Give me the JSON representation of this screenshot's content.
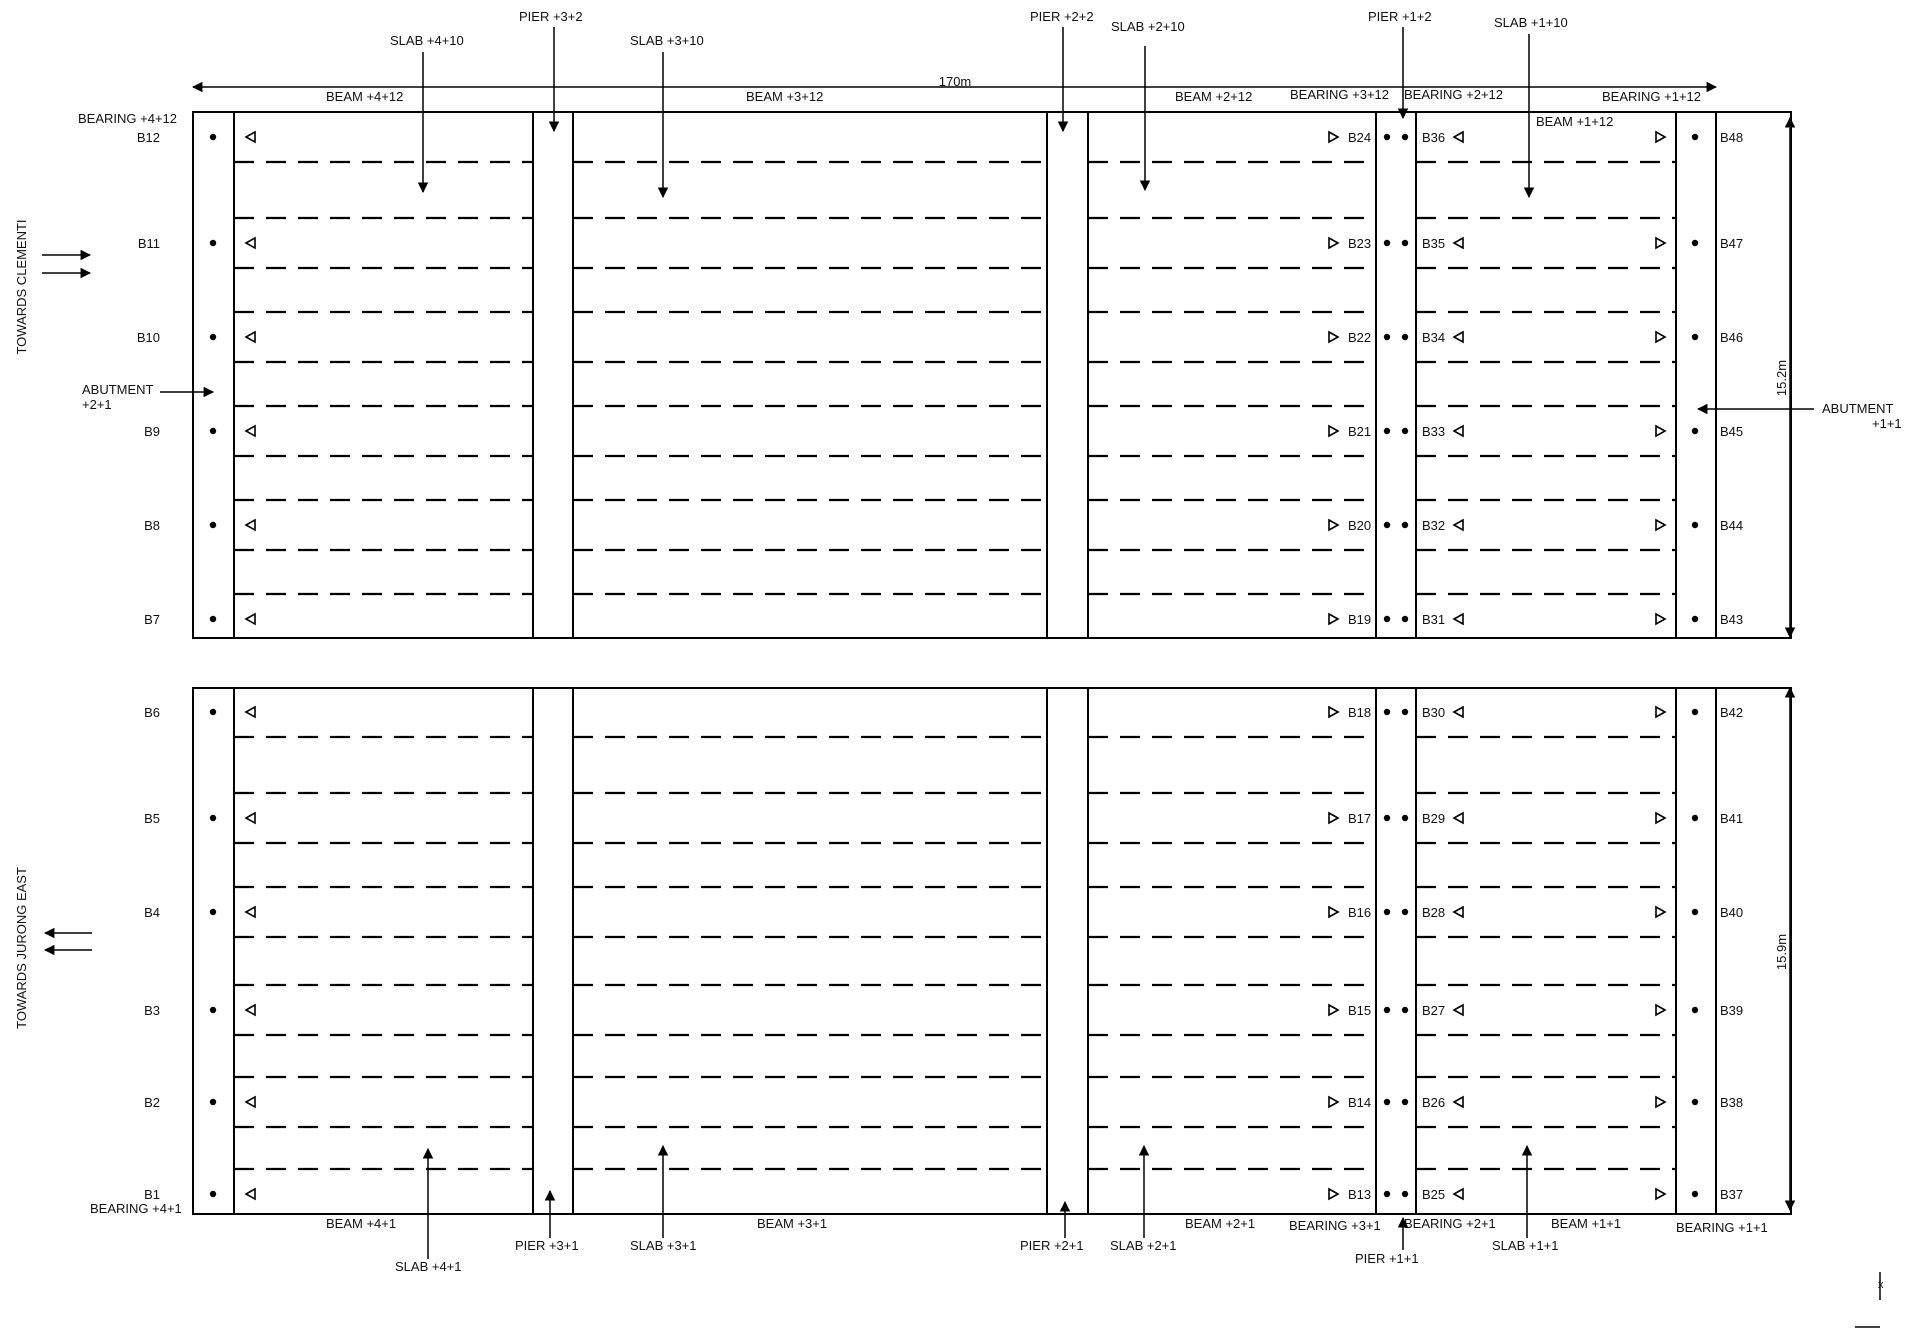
{
  "dimensions": {
    "length": "170m",
    "width_top": "15.2m",
    "width_bottom": "15.9m"
  },
  "directions": {
    "top": "TOWARDS CLEMENTI",
    "bottom": "TOWARDS JURONG EAST"
  },
  "abutments": {
    "left": "ABUTMENT\n+2+1",
    "right": "ABUTMENT\n+1+1"
  },
  "top_labels": {
    "slab_4_10": "SLAB +4+10",
    "pier_3_2": "PIER +3+2",
    "slab_3_10": "SLAB +3+10",
    "pier_2_2": "PIER +2+2",
    "slab_2_10": "SLAB +2+10",
    "pier_1_2": "PIER +1+2",
    "slab_1_10": "SLAB +1+10",
    "beam_4_12": "BEAM +4+12",
    "beam_3_12": "BEAM +3+12",
    "beam_2_12": "BEAM +2+12",
    "bearing_3_12": "BEARING +3+12",
    "bearing_2_12": "BEARING +2+12",
    "bearing_1_12": "BEARING +1+12",
    "beam_1_12": "BEAM +1+12",
    "bearing_4_12": "BEARING +4+12"
  },
  "bottom_labels": {
    "bearing_4_1": "BEARING +4+1",
    "beam_4_1": "BEAM +4+1",
    "slab_4_1": "SLAB +4+1",
    "pier_3_1": "PIER +3+1",
    "slab_3_1": "SLAB +3+1",
    "beam_3_1": "BEAM +3+1",
    "pier_2_1": "PIER +2+1",
    "slab_2_1": "SLAB +2+1",
    "beam_2_1": "BEAM +2+1",
    "bearing_3_1": "BEARING +3+1",
    "bearing_2_1": "BEARING +2+1",
    "beam_1_1": "BEAM +1+1",
    "pier_1_1": "PIER +1+1",
    "slab_1_1": "SLAB +1+1",
    "bearing_1_1": "BEARING +1+1"
  },
  "bearing_rows": [
    [
      "B12",
      "B24",
      "B36",
      "B48"
    ],
    [
      "B11",
      "B23",
      "B35",
      "B47"
    ],
    [
      "B10",
      "B22",
      "B34",
      "B46"
    ],
    [
      "B9",
      "B21",
      "B33",
      "B45"
    ],
    [
      "B8",
      "B20",
      "B32",
      "B44"
    ],
    [
      "B7",
      "B19",
      "B31",
      "B43"
    ],
    [
      "B6",
      "B18",
      "B30",
      "B42"
    ],
    [
      "B5",
      "B17",
      "B29",
      "B41"
    ],
    [
      "B4",
      "B16",
      "B28",
      "B40"
    ],
    [
      "B3",
      "B15",
      "B27",
      "B39"
    ],
    [
      "B2",
      "B14",
      "B26",
      "B38"
    ],
    [
      "B1",
      "B13",
      "B25",
      "B37"
    ]
  ],
  "axis_marker": {
    "x": "x"
  }
}
